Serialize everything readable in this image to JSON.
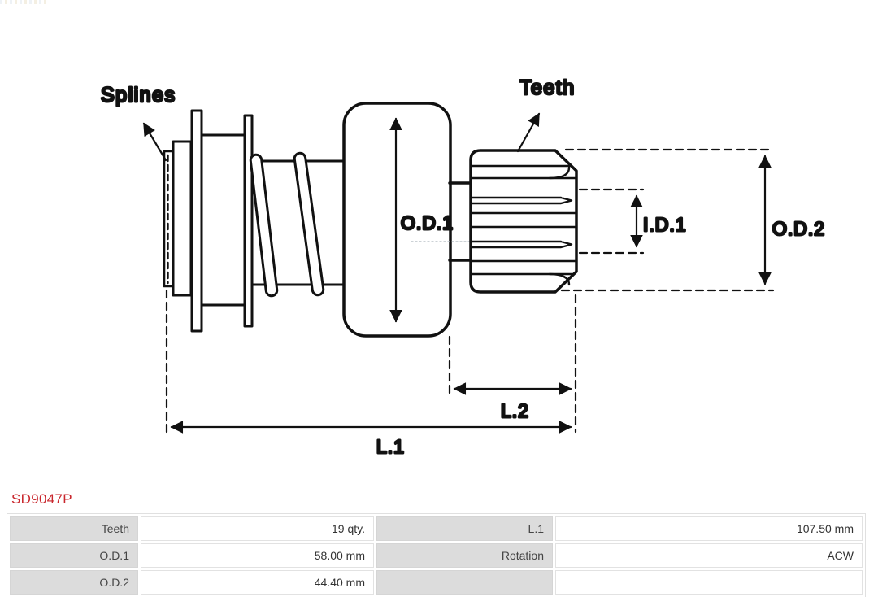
{
  "product": {
    "code": "SD9047P"
  },
  "colors": {
    "accent_red": "#c9262c",
    "table_label_bg": "#dcdcdc",
    "drawing_line": "#111111"
  },
  "diagram": {
    "part_labels": {
      "splines": "Splines",
      "teeth": "Teeth"
    },
    "dimension_labels": {
      "od1": "O.D.1",
      "id1": "I.D.1",
      "od2": "O.D.2",
      "l2": "L.2",
      "l1": "L.1"
    }
  },
  "spec_table": {
    "rows": [
      [
        "Teeth",
        "19 qty.",
        "L.1",
        "107.50 mm"
      ],
      [
        "O.D.1",
        "58.00 mm",
        "Rotation",
        "ACW"
      ],
      [
        "O.D.2",
        "44.40 mm",
        "",
        ""
      ]
    ]
  }
}
